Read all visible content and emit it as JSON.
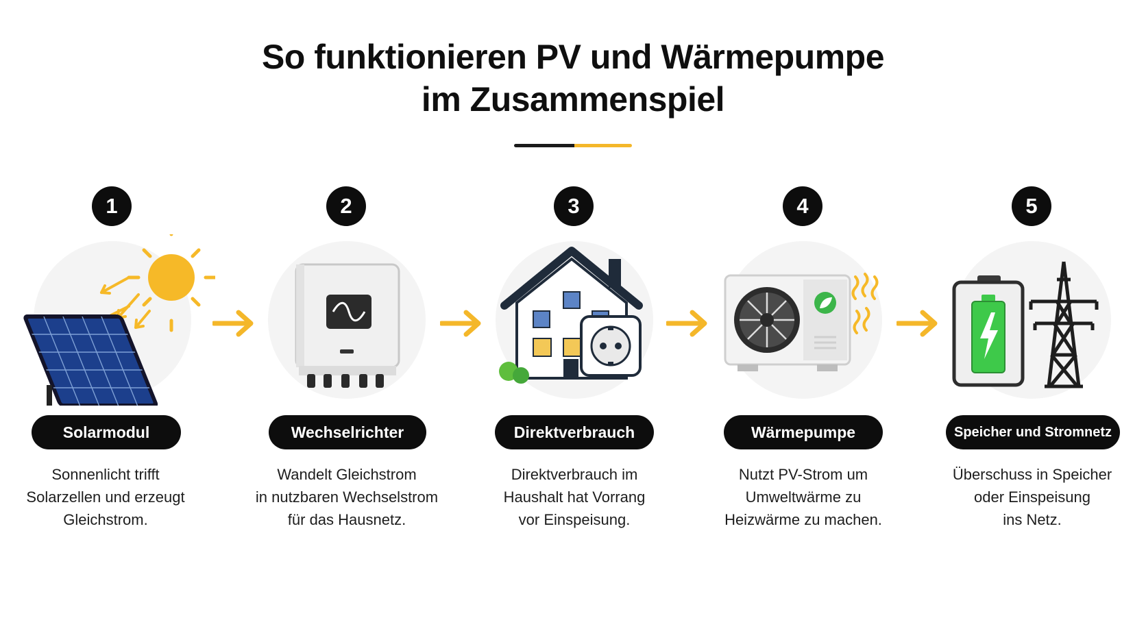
{
  "title": {
    "line1": "So funktionieren PV und Wärmepumpe",
    "line2": "im Zusammenspiel"
  },
  "colors": {
    "accent": "#f4b72a",
    "dark": "#0d0d0d",
    "battery_green": "#3ec94a",
    "solar_blue": "#1c3f8c",
    "sun": "#f6b928",
    "leaf_green": "#3cb54a"
  },
  "steps": [
    {
      "number": "1",
      "icon": "solar-panel-sun-icon",
      "label": "Solarmodul",
      "lines": [
        "Sonnenlicht trifft",
        "Solarzellen und erzeugt",
        "Gleichstrom."
      ]
    },
    {
      "number": "2",
      "icon": "inverter-icon",
      "label": "Wechselrichter",
      "lines": [
        "Wandelt Gleichstrom",
        "in nutzbaren Wechselstrom",
        "für das Hausnetz."
      ]
    },
    {
      "number": "3",
      "icon": "house-socket-icon",
      "label": "Direktverbrauch",
      "lines": [
        "Direktverbrauch im",
        "Haushalt hat Vorrang",
        "vor Einspeisung."
      ]
    },
    {
      "number": "4",
      "icon": "heat-pump-icon",
      "label": "Wärmepumpe",
      "lines": [
        "Nutzt PV-Strom um",
        "Umweltwärme zu",
        "Heizwärme zu machen."
      ]
    },
    {
      "number": "5",
      "icon": "battery-grid-icon",
      "label": "Speicher und Stromnetz",
      "lines": [
        "Überschuss in Speicher",
        "oder Einspeisung",
        "ins Netz."
      ]
    }
  ],
  "arrows": [
    "arrow-right-icon",
    "arrow-right-icon",
    "arrow-right-icon",
    "arrow-right-icon"
  ]
}
